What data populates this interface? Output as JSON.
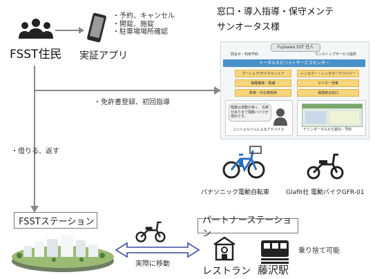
{
  "resident": {
    "label": "FSST住民",
    "icon": "people-group-icon"
  },
  "app": {
    "label": "実証アプリ",
    "icon": "smartphone-icon",
    "features": [
      "・予約、キャンセル",
      "・開錠、施錠",
      "・駐車場場所確認"
    ]
  },
  "service": {
    "title_line1": "窓口・導入指導・保守メンテ",
    "title_line2": "サンオータス様"
  },
  "panel": {
    "header": "Fujisawa SST 住人",
    "left_sub": "問合せ・利用予約",
    "right_sub": "ワンストップサービス提供",
    "center_title": "トータルモビリティサービスセンター",
    "cells": [
      "カーシェア/サイクルシェア",
      "レンタカー・レンタカーデリバリー",
      "機種乗車・整備",
      "マイカー洗車",
      "新車・中古車販売",
      "保険統合窓口"
    ],
    "bubble_text": "健康は運動が良く、充実がありまで電動バイクが便利です。",
    "left_caption": "コンシェルジュによるアドバイス",
    "right_caption": "テリンポータルから案内・予約"
  },
  "flows": {
    "license": "・免許書登録、初回指導",
    "borrow": "・借りる、返す",
    "move": "実際に移動",
    "dropoff": "乗り捨て可能"
  },
  "bikes": {
    "panasonic": "パナソニック電動自転車",
    "glafit": "Glafit社 電動バイクGFR-01"
  },
  "stations": {
    "fsst": "FSSTステーション",
    "partner": "パートナーステーション",
    "restaurant": "レストラン",
    "fujisawa": "藤沢駅"
  },
  "colors": {
    "arrow": "#888888",
    "panel_header": "#4a90c8",
    "cell": "#f6d57c",
    "move_arrow": "#3a4aa0"
  }
}
